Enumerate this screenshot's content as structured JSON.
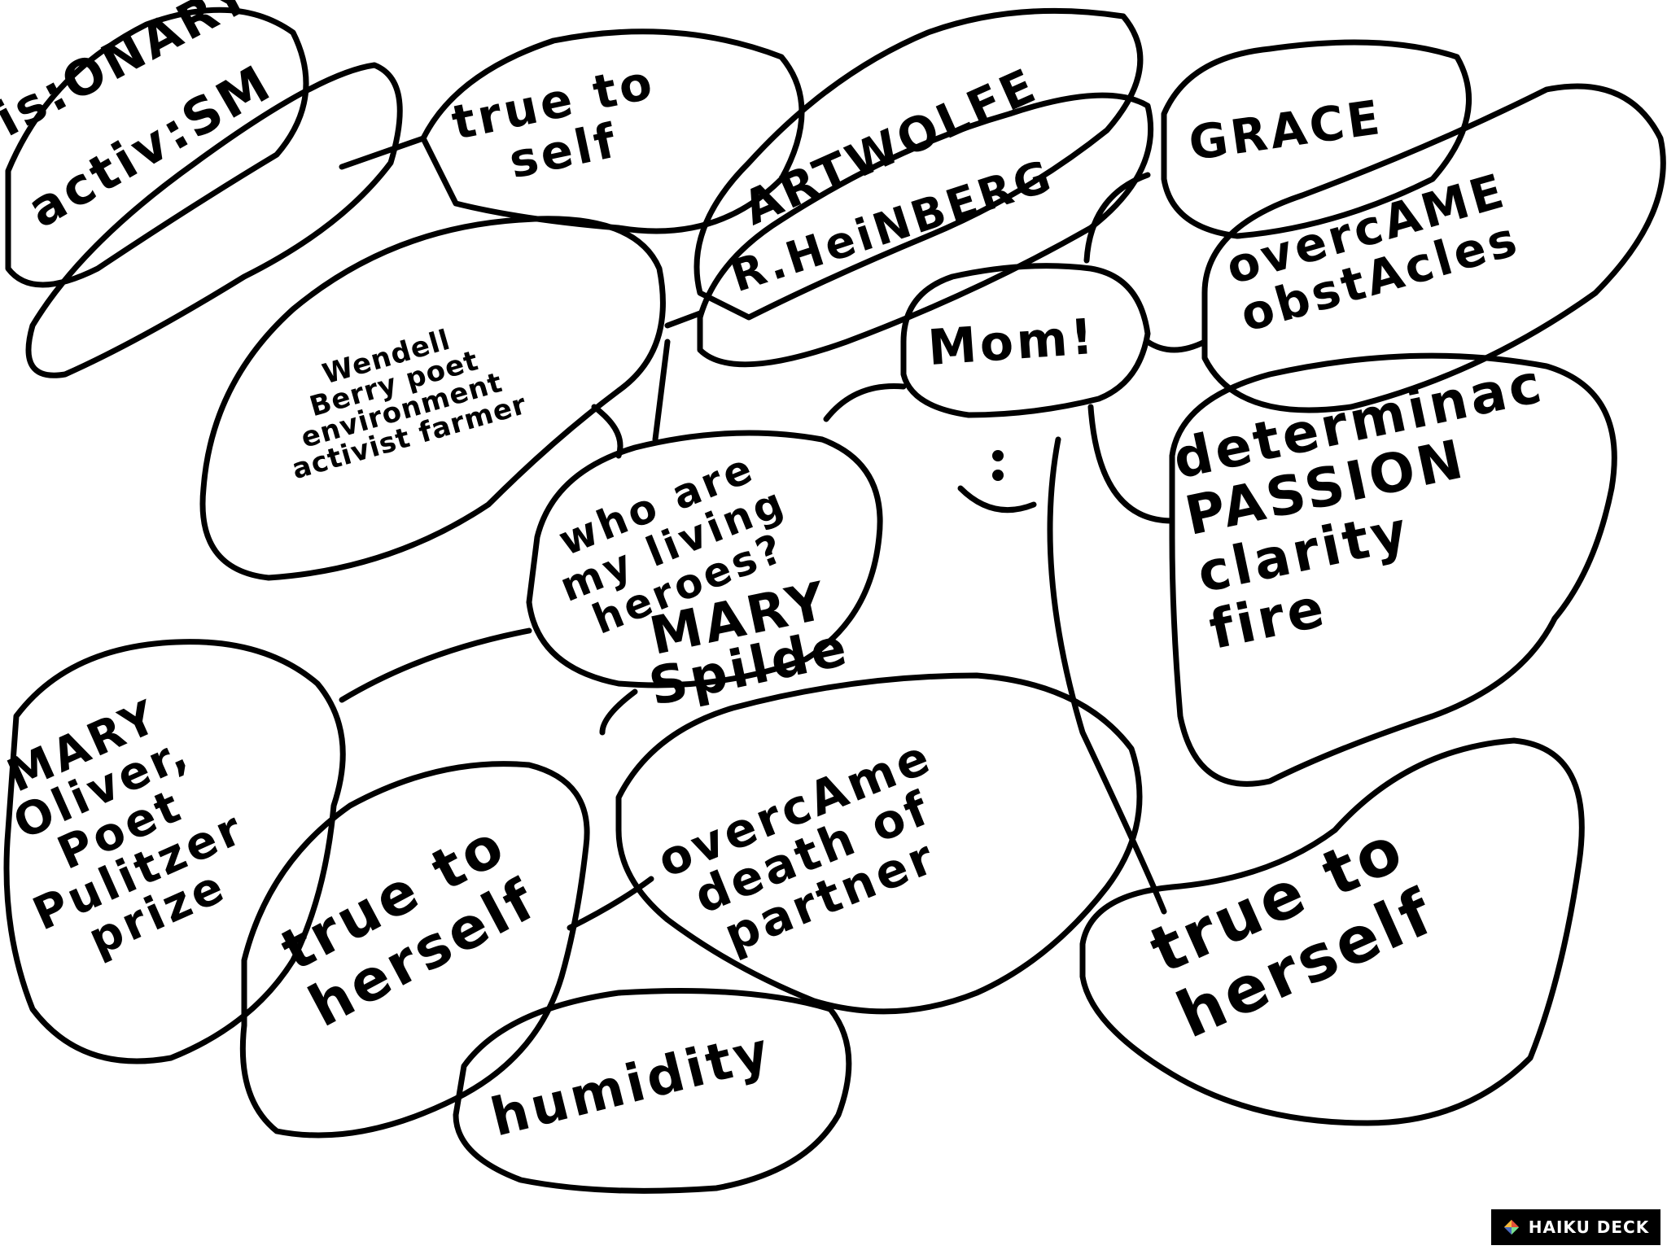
{
  "nodes": {
    "visionary": "is:ONARY",
    "activism": "activ:SM",
    "true_to_self": "true to\nself",
    "art_wolfe": "ARTWOLFE",
    "heinberg": "R.HeiNBERG",
    "grace": "GRACE",
    "overcame_obstacles": "overcAME\nobstAcles",
    "wendell_berry": "Wendell\nBerry poet\nenvironment\nactivist farmer",
    "mom": "Mom!",
    "determination": "determinac\nPASSION\nclarity\nfire",
    "center": "who are\nmy living\nheroes?",
    "mary_spilde": "MARY\nSpilde",
    "mary_oliver": "MARY\nOliver,\nPoet\nPulitzer\nprize",
    "true_to_herself_left": "true to\nherself",
    "overcame_death": "overcAme\ndeath of\npartner",
    "humidity": "humidity",
    "true_to_herself_right": "true to\nherself"
  },
  "logo": {
    "text": "HAIKU DECK",
    "icon": "haiku-deck-logo-icon"
  },
  "colors": {
    "ink": "#000000",
    "paper": "#ffffff",
    "logo_bg": "#000000"
  }
}
